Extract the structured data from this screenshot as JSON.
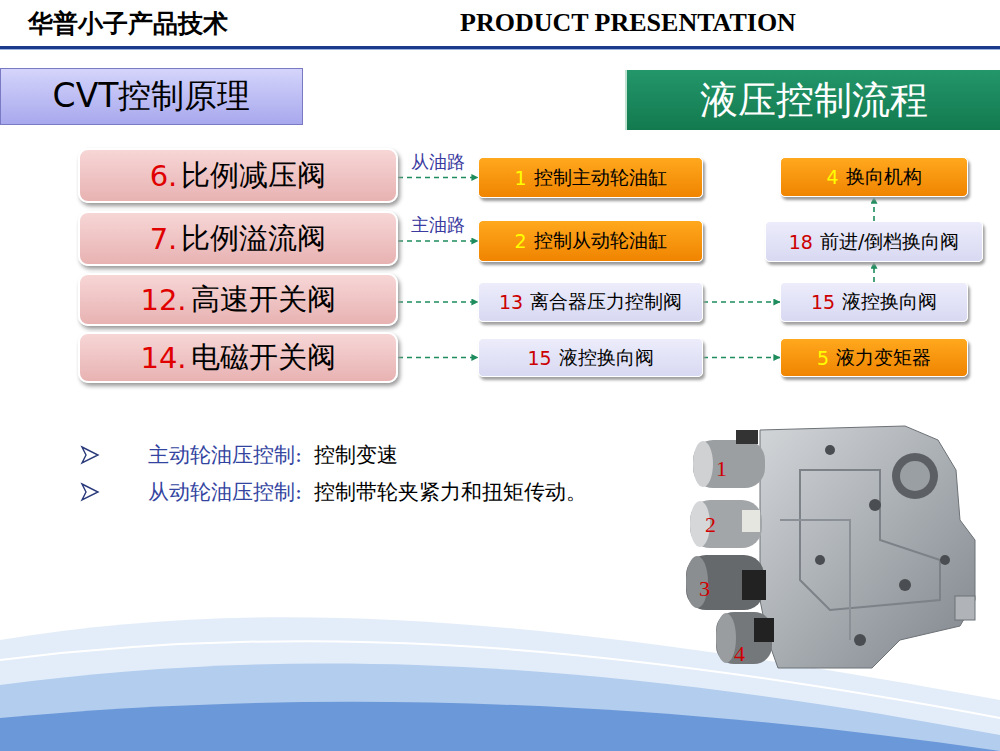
{
  "diagram": {
    "nodes": [
      {
        "text": [
          "CVT控制原理"
        ]
      },
      {
        "text": [
          "液压控制流程"
        ]
      },
      {
        "text": [
          "6.",
          "比例减压阀"
        ]
      },
      {
        "text": [
          "1",
          "控制主动轮油缸"
        ]
      },
      {
        "text": [
          "4",
          "换向机构"
        ]
      },
      {
        "text": [
          "7.",
          "比例溢流阀"
        ]
      },
      {
        "text": [
          "2",
          "控制从动轮油缸"
        ]
      },
      {
        "text": [
          "18",
          "前进/倒档换向阀"
        ]
      },
      {
        "text": [
          "12.",
          "高速开关阀"
        ]
      },
      {
        "text": [
          "13",
          "离合器压力控制阀"
        ]
      },
      {
        "text": [
          "15",
          "液控换向阀"
        ]
      },
      {
        "text": [
          "14.",
          "电磁开关阀"
        ]
      },
      {
        "text": [
          "15",
          "液控换向阀"
        ]
      },
      {
        "text": [
          "5",
          "液力变矩器"
        ]
      }
    ],
    "edges": [
      {
        "from": 2,
        "to": 3,
        "arrow": "to",
        "label": "从油路"
      },
      {
        "from": 5,
        "to": 6,
        "arrow": "to",
        "label": "主油路"
      },
      {
        "from": 8,
        "to": 9,
        "arrow": "to"
      },
      {
        "from": 11,
        "to": 12,
        "arrow": "to"
      },
      {
        "from": 9,
        "to": 10,
        "arrow": "to"
      },
      {
        "from": 10,
        "to": 7,
        "arrow": "to"
      },
      {
        "from": 7,
        "to": 4,
        "arrow": "to"
      },
      {
        "from": 12,
        "to": 13,
        "arrow": "to"
      }
    ],
    "labels": [
      "华普小子产品技术",
      "PRODUCT PRESENTATION",
      "主动轮油压控制:",
      "控制变速",
      "从动轮油压控制:",
      "控制带轮夹紧力和扭矩传动。",
      "1",
      "2",
      "3",
      "4"
    ]
  }
}
